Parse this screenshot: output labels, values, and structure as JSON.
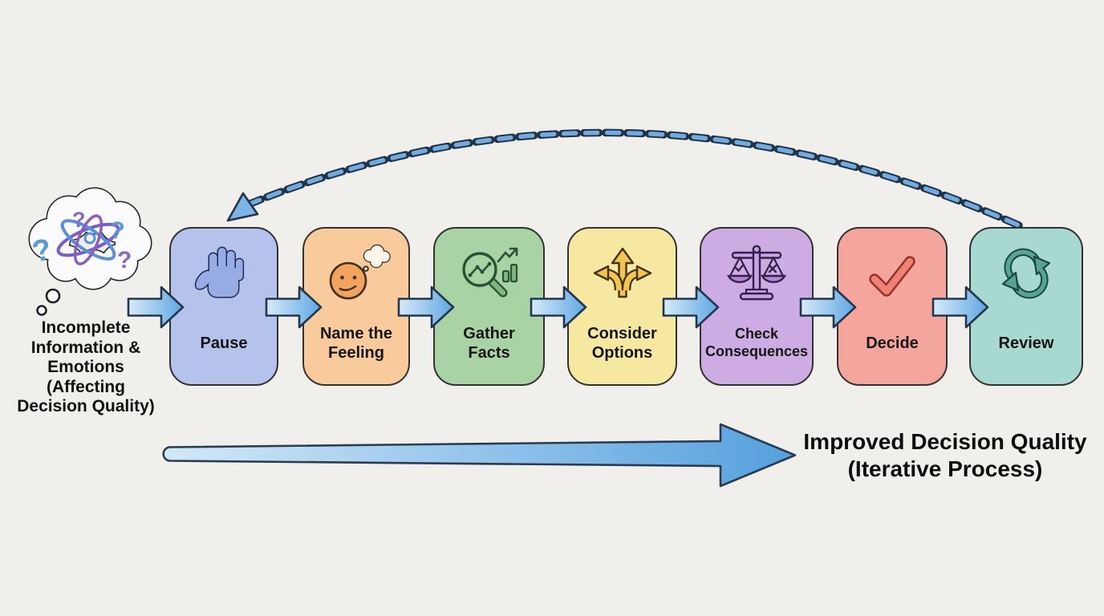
{
  "title": "Decision-Making Process Flow Diagram",
  "background": "#f0efec",
  "left_panel": {
    "icon": "thought-cloud-question-marks-icon",
    "label": "Incomplete\nInformation &\nEmotions\n(Affecting\nDecision Quality)"
  },
  "steps": [
    {
      "label": "Pause",
      "color": "#b4c2ec",
      "icon": "raised-hand-icon"
    },
    {
      "label": "Name the\nFeeling",
      "color": "#f8ca9c",
      "icon": "face-thought-bubble-icon"
    },
    {
      "label": "Gather\nFacts",
      "color": "#a9d3a5",
      "icon": "magnifier-chart-icon"
    },
    {
      "label": "Consider\nOptions",
      "color": "#f6e8a0",
      "icon": "branching-arrows-icon"
    },
    {
      "label": "Check\nConsequences",
      "color": "#cdace4",
      "icon": "balance-scale-icon"
    },
    {
      "label": "Decide",
      "color": "#f4a69c",
      "icon": "checkmark-icon"
    },
    {
      "label": "Review",
      "color": "#a8d9d1",
      "icon": "cycle-arrows-icon"
    }
  ],
  "feedback_loop": {
    "from": "Review",
    "to": "Pause",
    "style": "dashed-arc-arrow"
  },
  "bottom_arrow": {
    "label": "Improved Decision Quality\n(Iterative Process)"
  },
  "colors": {
    "connector_light": "#d7eaf9",
    "connector_dark": "#5fa7e2",
    "connector_outline": "#24364e",
    "dashed_loop_fill": "#74abdf",
    "dashed_loop_outline": "#1f3349",
    "box_outline": "#313131"
  }
}
